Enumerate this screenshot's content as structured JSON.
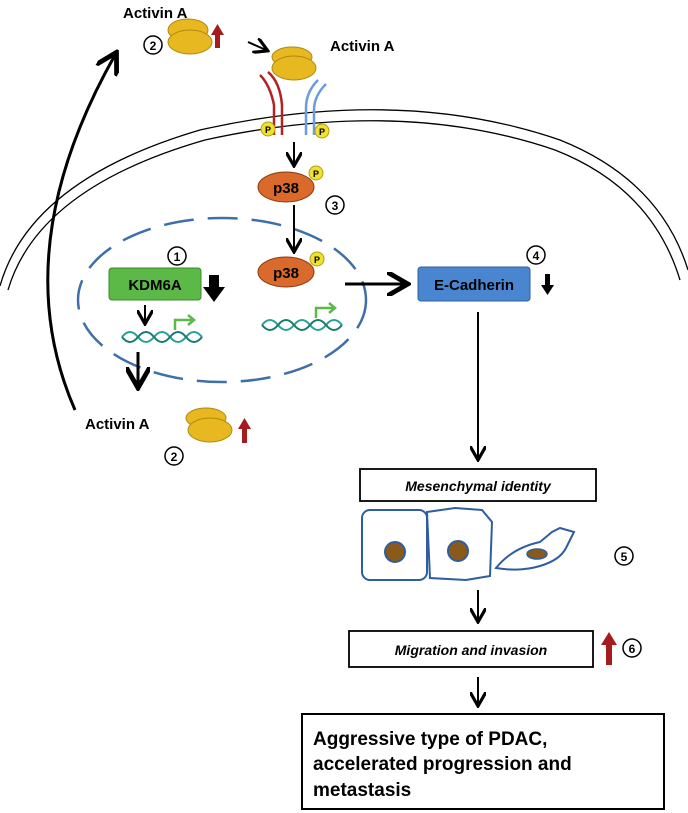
{
  "labels": {
    "activin_top": "Activin A",
    "activin_receptor": "Activin A",
    "activin_bottom": "Activin A",
    "p38_cytoplasm": "p38",
    "p38_nucleus": "p38",
    "kdm6a": "KDM6A",
    "ecadherin": "E-Cadherin",
    "phospho": "P"
  },
  "steps": {
    "one": "1",
    "two_top": "2",
    "two_bottom": "2",
    "three": "3",
    "four": "4",
    "five": "5",
    "six": "6"
  },
  "boxes": {
    "mesenchymal": "Mesenchymal identity",
    "migration": "Migration and invasion",
    "outcome_line1": "Aggressive type of PDAC,",
    "outcome_line2": "accelerated progression and",
    "outcome_line3": "metastasis"
  },
  "colors": {
    "activin": "#e8b820",
    "up_arrow": "#a61c1c",
    "p38": "#d96a2b",
    "kdm6a": "#5cb947",
    "ecadherin": "#4a86d0",
    "nucleus_dash": "#3f6fa8",
    "cell_outline": "#2f5ea0",
    "cell_nucleus": "#8a5a1a",
    "receptor_red": "#b22222",
    "receptor_blue": "#6a9be0",
    "dna_teal": "#2aa198",
    "dna_green": "#5cb947"
  }
}
